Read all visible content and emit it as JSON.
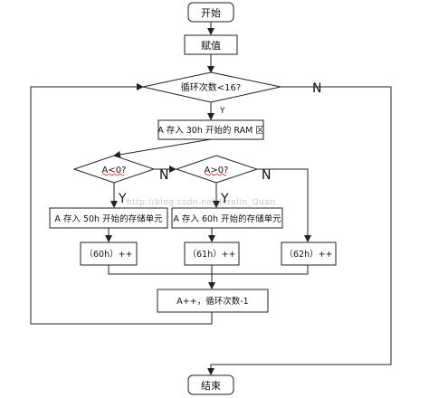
{
  "nodes": {
    "start": "开始",
    "assign": "赋值",
    "loop_cond": "循环次数<16?",
    "store_ram": "A 存入 30h 开始的 RAM 区",
    "cond_a_lt0": "A<0?",
    "cond_a_gt0": "A>0?",
    "store_50h": "A 存入 50h 开始的存储单元",
    "store_60h": "A 存入 60h 开始的存储单元",
    "inc_60h": "（60h）++",
    "inc_61h": "（61h）++",
    "inc_62h": "（62h）++",
    "update": "A++，循环次数-1",
    "end": "结束"
  },
  "labels": {
    "loop_no": "N",
    "loop_yes": "Y",
    "lt0_no": "N",
    "lt0_yes": "Y",
    "gt0_no": "N",
    "gt0_yes": "Y"
  },
  "watermark": "http://blog.csdn.net/Jerelin_Quan"
}
